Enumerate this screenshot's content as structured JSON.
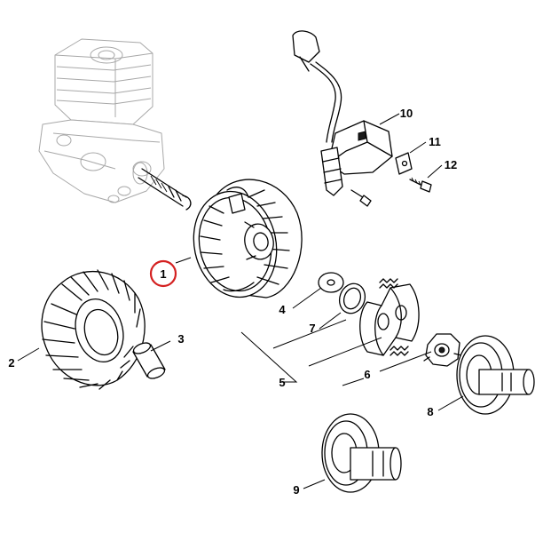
{
  "callouts": [
    {
      "id": "1",
      "text": "1",
      "highlighted": true
    },
    {
      "id": "2",
      "text": "2"
    },
    {
      "id": "3",
      "text": "3"
    },
    {
      "id": "4",
      "text": "4"
    },
    {
      "id": "5",
      "text": "5"
    },
    {
      "id": "6",
      "text": "6"
    },
    {
      "id": "7",
      "text": "7"
    },
    {
      "id": "8",
      "text": "8"
    },
    {
      "id": "9",
      "text": "9"
    },
    {
      "id": "10",
      "text": "10"
    },
    {
      "id": "11",
      "text": "11"
    },
    {
      "id": "12",
      "text": "12"
    }
  ],
  "colors": {
    "line": "#000000",
    "engine_outline": "#a8a8a8",
    "highlight_circle": "#d42020",
    "background": "#ffffff"
  }
}
